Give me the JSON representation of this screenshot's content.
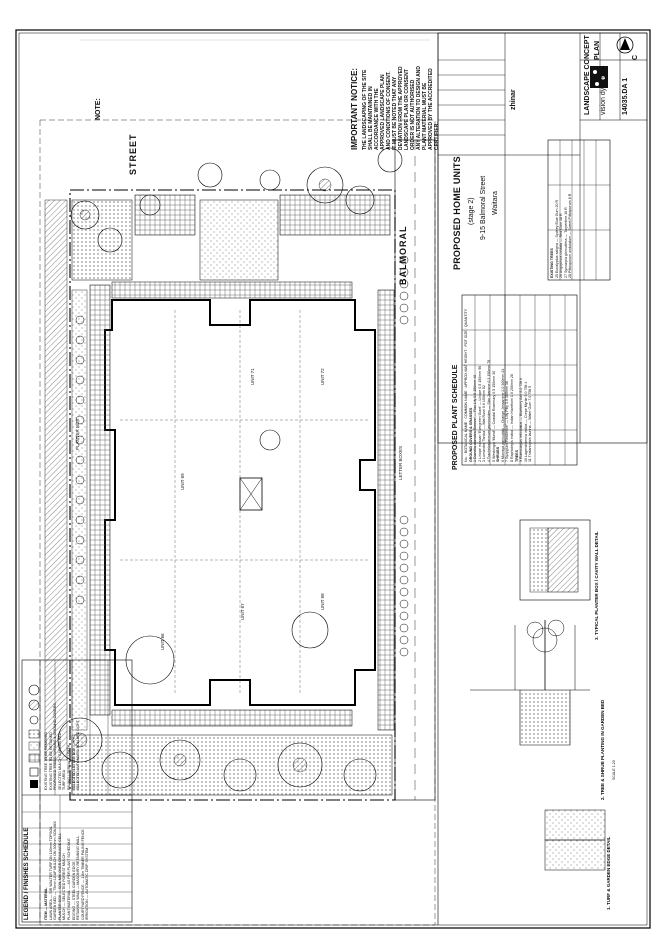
{
  "title_block": {
    "project_line1": "PROPOSED HOME UNITS",
    "project_line2": "(stage 2)",
    "address_line1": "9-15 Balmoral Street",
    "address_line2": "Waitara",
    "client_logo": "zhinar",
    "designer": "vision dynamics",
    "drawing_title_line1": "LANDSCAPE CONCEPT",
    "drawing_title_line2": "PLAN",
    "drawing_number": "14035.DA 1",
    "revision": "C"
  },
  "notice": {
    "heading": "IMPORTANT NOTICE:",
    "lines": [
      "THE LANDSCAPING OF THE SITE",
      "SHALL BE MAINTAINED IN",
      "ACCORDANCE WITH THE",
      "APPROVED LANDSCAPE PLAN",
      "AND CONDITIONS OF CONSENT.",
      "IT MUST BE NOTED THAT ANY",
      "DEVIATION FROM THE APPROVED",
      "LANDSCAPE PLAN OR CONSENT",
      "ORDER IS NOT AUTHORISED",
      "ANY ALTERATION TO DESIGN AND",
      "PLANT MATERIAL MUST BE",
      "APPROVED BY THE ACCREDITED",
      "CERTIFIER."
    ]
  },
  "notes_heading": "NOTE:",
  "street_name": "BALMORAL",
  "street_label": "STREET",
  "plan_labels": {
    "unit_a": "UNIT 69",
    "unit_b": "UNIT 71",
    "unit_c": "UNIT 72",
    "unit_d": "UNIT 67",
    "unit_e": "UNIT 68",
    "unit_f": "UNIT 66",
    "planter_box": "PLANTER BOX",
    "letter_boxes": "LETTER BOXES"
  },
  "schedule": {
    "heading": "PROPOSED PLANT SCHEDULE",
    "columns": [
      "No.",
      "BOTANICAL NAME",
      "COMMON NAME",
      "APPROX MAT HEIGHT",
      "POT SIZE",
      "QUANTITY"
    ],
    "groups": [
      {
        "name": "GROUND COVERS & GRASSES",
        "rows": [
          [
            "1",
            "Dianella caerulea 'Breeze'",
            "Flax Lily",
            "0.6",
            "150mm",
            "40"
          ],
          [
            "2",
            "Liriope muscari 'Evergreen Giant'",
            "Liriope",
            "0.5",
            "150mm",
            "96"
          ],
          [
            "3",
            "Lomandra 'Tanika'",
            "Mat Rush",
            "0.6",
            "150mm",
            "52"
          ],
          [
            "4",
            "Trachelospermum jasminoides",
            "Star Jasmine",
            "0.3",
            "150mm",
            "78"
          ],
          [
            "5",
            "Westringia 'Mundi'",
            "Coastal Rosemary",
            "0.5",
            "150mm",
            "30"
          ]
        ]
      },
      {
        "name": "SHRUBS",
        "rows": [
          [
            "6",
            "Murraya paniculata",
            "Orange Jessamine",
            "2.0",
            "300mm",
            "24"
          ],
          [
            "7",
            "Syzygium 'Resilience'",
            "Lilly Pilly",
            "3.0",
            "300mm",
            "36"
          ],
          [
            "8",
            "Raphiolepis indica",
            "Indian Hawthorn",
            "1.0",
            "200mm",
            "28"
          ]
        ]
      },
      {
        "name": "TREES",
        "rows": [
          [
            "9",
            "Elaeocarpus reticulatus",
            "Blueberry Ash",
            "8.0",
            "75lt",
            "6"
          ],
          [
            "10",
            "Lagerstroemia indica",
            "Crepe Myrtle",
            "5.0",
            "75lt",
            "4"
          ],
          [
            "11",
            "Tristaniopsis laurina",
            "Water Gum",
            "7.0",
            "75lt",
            "5"
          ]
        ]
      }
    ]
  },
  "existing_trees": {
    "heading": "EXISTING TREES",
    "rows": [
      [
        "25",
        "Eucalyptus saligna",
        "Sydney Blue Gum",
        "20",
        "R"
      ],
      [
        "26",
        "Angophora costata",
        "Red Gum",
        "18",
        "R"
      ],
      [
        "27",
        "Syncarpia glomulifera",
        "Turpentine",
        "16",
        "R"
      ],
      [
        "28",
        "Pittosporum undulatum",
        "Sweet Pittosporum",
        "8",
        "R"
      ]
    ]
  },
  "legend": {
    "heading": "LEGEND / FINISHES SCHEDULE",
    "items": [
      "EXISTING TREE TO BE REMOVED",
      "EXISTING TREE TO BE RETAINED",
      "PROPOSED TREES, SHRUBS & GROUND COVERS",
      "SELECTED MULCH GARDEN BED",
      "TURF AREA",
      "PAVING / TERRACE / PATH",
      "SELECTED LETTER BOX",
      "SELECTED AUTOMATIC BOLLARD LIGHT"
    ],
    "materials_heading": "ITEM",
    "materials_col2": "MATERIAL",
    "materials": [
      [
        "LAWN AREA",
        "SIR WALTER TURF ON 100mm TOPSOIL"
      ],
      [
        "GARDEN BED",
        "75mm LEAF MULCH ON 300mm SOIL MIX"
      ],
      [
        "PLANTER BOX",
        "SOIL MIX OVER DRAINAGE CELL"
      ],
      [
        "MULCH",
        "SELECTED FOREST MULCH"
      ],
      [
        "PLANT MATERIAL",
        "AS PER PLANT SCHEDULE"
      ],
      [
        "EDGING",
        "STEEL GARDEN EDGE"
      ],
      [
        "RETAINING WALL",
        "MASONRY RETAINING WALL"
      ],
      [
        "COURTYARD FENCE",
        "1.8m TIMBER PALING FENCE"
      ],
      [
        "IRRIGATION",
        "AUTOMATIC DRIP SYSTEM"
      ]
    ]
  },
  "details": {
    "d1": "1. TURF & GARDEN EDGE DETAIL",
    "d2": "2. TREE & SHRUB PLANTING IN GARDEN BED",
    "d3": "3. TYPICAL PLANTER BOX / CAVITY WALL DETAIL",
    "scale": "SCALE 1:20"
  }
}
